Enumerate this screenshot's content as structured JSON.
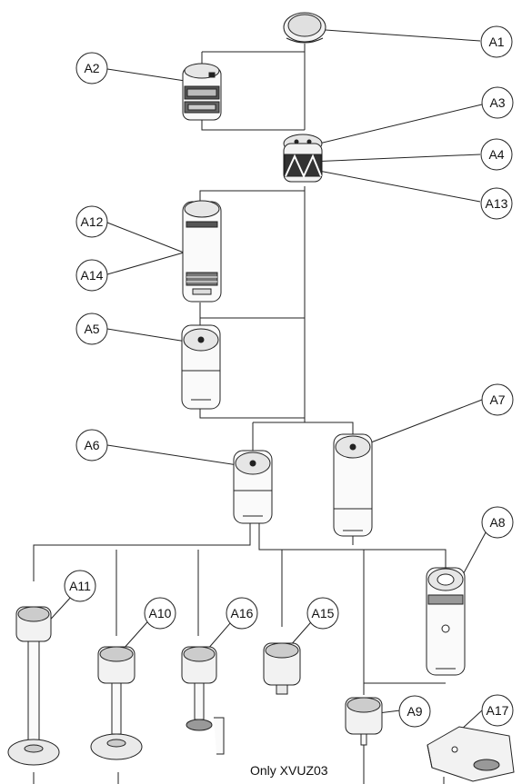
{
  "callouts": [
    "A1",
    "A2",
    "A3",
    "A4",
    "A13",
    "A12",
    "A14",
    "A5",
    "A7",
    "A6",
    "A8",
    "A11",
    "A10",
    "A16",
    "A15",
    "A9",
    "A17"
  ],
  "note": "Only XVUZ03"
}
